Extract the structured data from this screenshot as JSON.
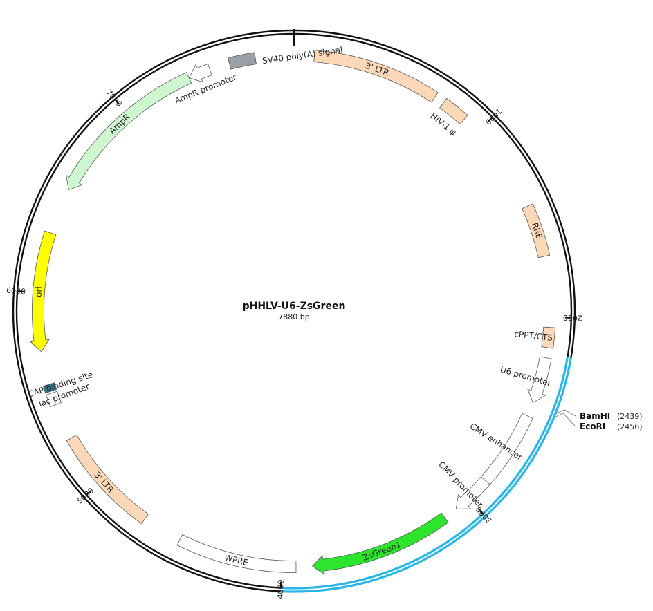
{
  "plasmid": {
    "name": "pHHLV-U6-ZsGreen",
    "length_label": "7880 bp",
    "length": 7880
  },
  "ticks": [
    {
      "bp": 0,
      "label": ""
    },
    {
      "bp": 1000,
      "label": "1000"
    },
    {
      "bp": 2000,
      "label": "2000"
    },
    {
      "bp": 3000,
      "label": "3000"
    },
    {
      "bp": 4000,
      "label": "4000"
    },
    {
      "bp": 5000,
      "label": "5000"
    },
    {
      "bp": 6000,
      "label": "6000"
    },
    {
      "bp": 7000,
      "label": "7000"
    }
  ],
  "highlight": {
    "start": 2180,
    "end": 4000,
    "color": "#29b6e6"
  },
  "features": [
    {
      "id": "ltr5",
      "label": "3' LTR",
      "start": 100,
      "end": 730,
      "dir": 0,
      "color": "#fbd9b8",
      "mode": "inside"
    },
    {
      "id": "psi",
      "label": "HIV-1 ψ",
      "start": 780,
      "end": 910,
      "dir": 0,
      "color": "#fbd9b8",
      "mode": "below"
    },
    {
      "id": "rre",
      "label": "RRE",
      "start": 1440,
      "end": 1700,
      "dir": 0,
      "color": "#fbd9b8",
      "mode": "inside"
    },
    {
      "id": "cppt",
      "label": "cPPT/CTS",
      "start": 2050,
      "end": 2150,
      "dir": 0,
      "color": "#fbd9b8",
      "mode": "inside-left"
    },
    {
      "id": "u6",
      "label": "U6 promoter",
      "start": 2200,
      "end": 2430,
      "dir": 1,
      "color": "#ffffff",
      "mode": "inside-left"
    },
    {
      "id": "cmvenh",
      "label": "CMV enhancer",
      "start": 2500,
      "end": 2880,
      "dir": 0,
      "color": "#ffffff",
      "mode": "inside-left"
    },
    {
      "id": "cmvprom",
      "label": "CMV promoter",
      "start": 2880,
      "end": 3080,
      "dir": 1,
      "color": "#ffffff",
      "mode": "inside-left"
    },
    {
      "id": "zsg",
      "label": "ZsGreen1",
      "start": 3150,
      "end": 3850,
      "dir": 1,
      "color": "#2ce52c",
      "mode": "inside"
    },
    {
      "id": "wpre",
      "label": "WPRE",
      "start": 3930,
      "end": 4520,
      "dir": 0,
      "color": "#ffffff",
      "mode": "inside"
    },
    {
      "id": "ltr3",
      "label": "3' LTR",
      "start": 4720,
      "end": 5260,
      "dir": 0,
      "color": "#fbd9b8",
      "mode": "inside"
    },
    {
      "id": "lac",
      "label": "lac promoter",
      "start": 5440,
      "end": 5500,
      "dir": -1,
      "color": "#ffffff",
      "mode": "inside-vert"
    },
    {
      "id": "cap",
      "label": "CAP binding site",
      "start": 5510,
      "end": 5545,
      "dir": 0,
      "color": "#2b7a8c",
      "mode": "inside-vert"
    },
    {
      "id": "ori",
      "label": "ori",
      "start": 5710,
      "end": 6300,
      "dir": -1,
      "color": "#ffff00",
      "mode": "inside"
    },
    {
      "id": "ampr",
      "label": "AmpR",
      "start": 6530,
      "end": 7350,
      "dir": -1,
      "color": "#cff7cf",
      "mode": "inside"
    },
    {
      "id": "amprprom",
      "label": "AmpR promoter",
      "start": 7350,
      "end": 7460,
      "dir": -1,
      "color": "#ffffff",
      "mode": "below"
    },
    {
      "id": "sv40",
      "label": "SV40 poly(A) signal",
      "start": 7560,
      "end": 7690,
      "dir": 0,
      "color": "#9aa0a8",
      "mode": "right"
    }
  ],
  "sites": [
    {
      "name": "BamHI",
      "pos": "(2439)",
      "bp": 2439
    },
    {
      "name": "EcoRI",
      "pos": "(2456)",
      "bp": 2456
    }
  ]
}
